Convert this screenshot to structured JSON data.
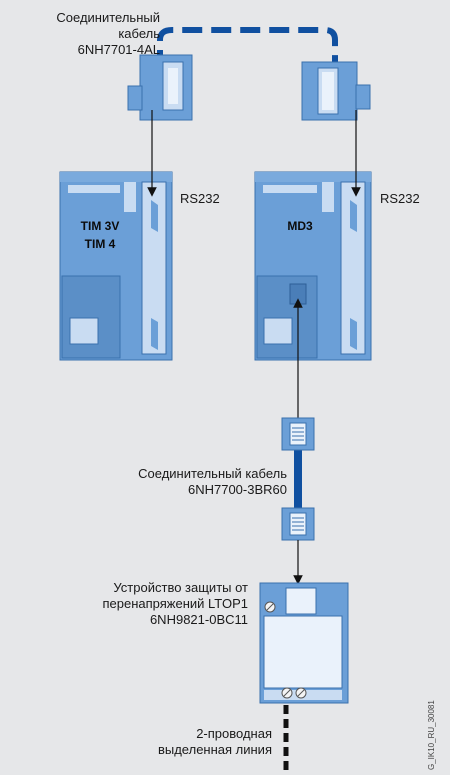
{
  "cables": {
    "top_label_line1": "Соединительный",
    "top_label_line2": "кабель",
    "top_code": "6NH7701-4AL",
    "mid_label": "Соединительный кабель",
    "mid_code": "6NH7700-3BR60"
  },
  "modules": {
    "left_line1": "TIM 3V",
    "left_line2": "TIM 4",
    "left_port": "RS232",
    "right_name": "MD3",
    "right_port": "RS232"
  },
  "protector": {
    "line1": "Устройство защиты от",
    "line2": "перенапряжений LTOP1",
    "line3": "6NH9821-0BC11"
  },
  "line": {
    "line1": "2-проводная",
    "line2": "выделенная линия"
  },
  "figure_id": "G_IK10_RU_30081",
  "colors": {
    "background": "#e6e7e9",
    "module_blue": "#6b9fd7",
    "module_light": "#c9dcf2",
    "cable_blue": "#1050a0"
  }
}
